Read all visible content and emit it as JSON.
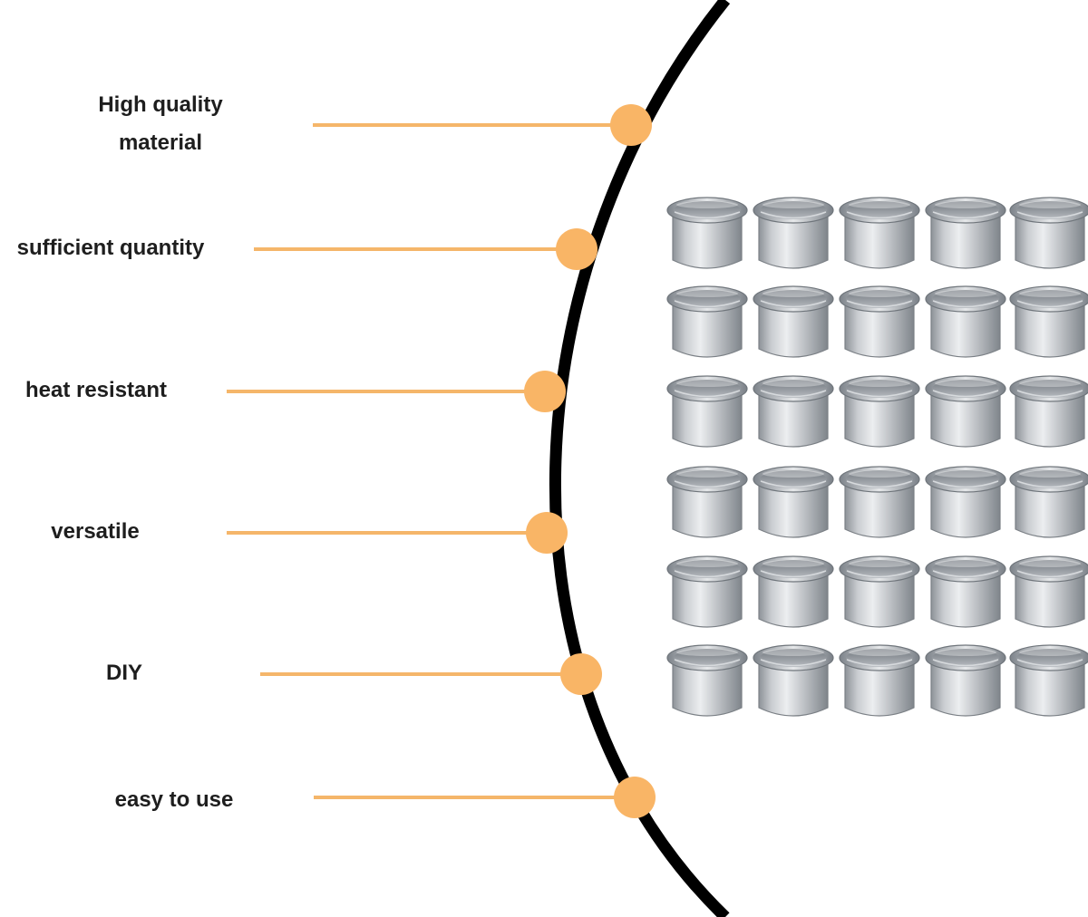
{
  "features": [
    {
      "lines": [
        "High quality",
        "material"
      ]
    },
    {
      "lines": [
        "sufficient quantity"
      ]
    },
    {
      "lines": [
        "heat resistant"
      ]
    },
    {
      "lines": [
        "versatile"
      ]
    },
    {
      "lines": [
        "DIY"
      ]
    },
    {
      "lines": [
        "easy to use"
      ]
    }
  ],
  "product": {
    "name": "candle-cup",
    "rows": 6,
    "columns": 5
  },
  "colors": {
    "arc": "#000000",
    "connector": "#f5b66a",
    "node": "#f9b566",
    "text": "#1e1e1e",
    "background": "#ffffff"
  }
}
